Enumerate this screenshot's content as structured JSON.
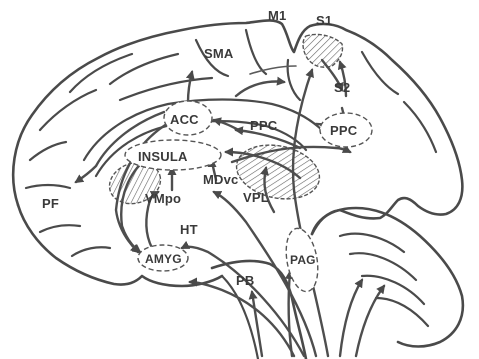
{
  "labels": {
    "m1": "M1",
    "s1": "S1",
    "sma": "SMA",
    "s2": "S2",
    "acc": "ACC",
    "ppc_mid": "PPC",
    "ppc_right": "PPC",
    "insula": "INSULA",
    "pf": "PF",
    "mdvc": "MDvc",
    "vmpo": "VMpo",
    "vpl": "VPL",
    "ht": "HT",
    "amyg": "AMYG",
    "pag": "PAG",
    "pb": "PB"
  },
  "colors": {
    "stroke": "#4a4a4a",
    "text": "#3a3a3a",
    "background": "#ffffff"
  }
}
